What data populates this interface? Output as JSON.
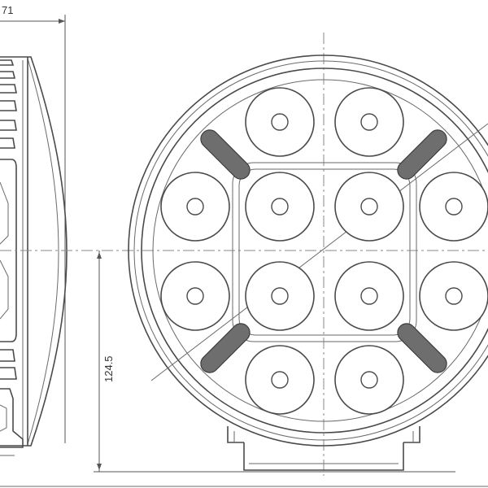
{
  "dimensions": {
    "top_width_label": "71",
    "height_label": "124.5"
  },
  "front_view": {
    "led_count": 12,
    "accent_bar_count": 4
  },
  "colors": {
    "line": "#4a4a4a",
    "bar_fill": "#6e6e6e",
    "background": "#ffffff"
  }
}
